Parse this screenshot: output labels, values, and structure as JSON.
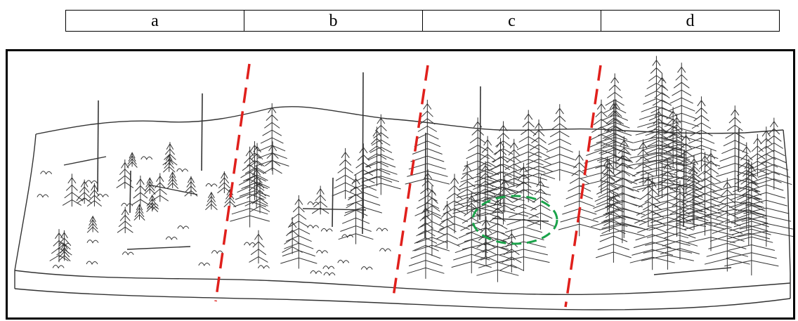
{
  "header": {
    "columns": [
      {
        "label": "a"
      },
      {
        "label": "b"
      },
      {
        "label": "c"
      },
      {
        "label": "d"
      }
    ]
  },
  "diagram": {
    "divider_color": "#e0201c",
    "highlight_color": "#1aa34a",
    "line_color": "#333333"
  }
}
